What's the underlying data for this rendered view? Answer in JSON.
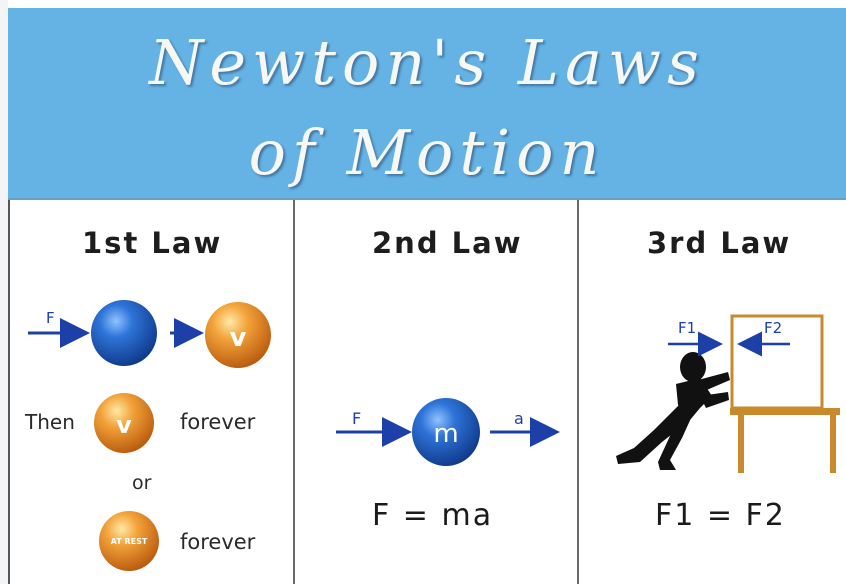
{
  "title": {
    "line1": "Newton's Laws",
    "line2": "of Motion"
  },
  "laws": [
    {
      "heading": "1st Law",
      "force_label": "F",
      "ball_label": "v",
      "then_label": "Then",
      "forever_label": "forever",
      "or_label": "or",
      "rest_ball_label": "AT REST",
      "forever_label_2": "forever"
    },
    {
      "heading": "2nd Law",
      "force_label": "F",
      "mass_label": "m",
      "accel_label": "a",
      "equation": "F = ma"
    },
    {
      "heading": "3rd Law",
      "force1_label": "F1",
      "force2_label": "F2",
      "equation": "F1 = F2"
    }
  ],
  "colors": {
    "banner": "#64b3e4",
    "blue_ball": "#2a66c9",
    "orange_ball": "#e88a1c",
    "arrow": "#1d3fa8",
    "table": "#c98a2e"
  }
}
